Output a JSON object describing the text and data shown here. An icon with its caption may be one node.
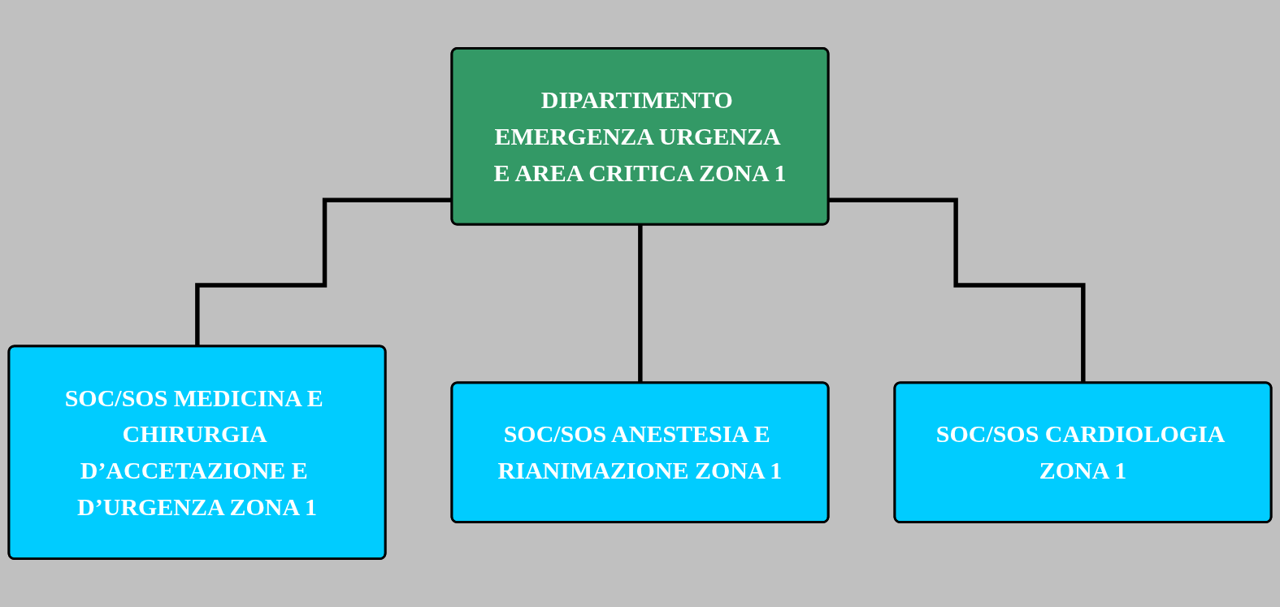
{
  "diagram": {
    "nodes": [
      {
        "text": [
          "DIPARTIMENTO EMERGENZA URGENZA E AREA CRITICA ZONA 1"
        ]
      },
      {
        "text": [
          "SOC/SOS MEDICINA E CHIRURGIA D’ACCETAZIONE E D’URGENZA ZONA 1"
        ]
      },
      {
        "text": [
          "SOC/SOS ANESTESIA E RIANIMAZIONE ZONA 1"
        ]
      },
      {
        "text": [
          "SOC/SOS CARDIOLOGIA ZONA 1"
        ]
      }
    ],
    "edges": [
      {
        "from": 0,
        "to": 1,
        "arrow": "none"
      },
      {
        "from": 0,
        "to": 2,
        "arrow": "none"
      },
      {
        "from": 0,
        "to": 3,
        "arrow": "none"
      }
    ]
  }
}
